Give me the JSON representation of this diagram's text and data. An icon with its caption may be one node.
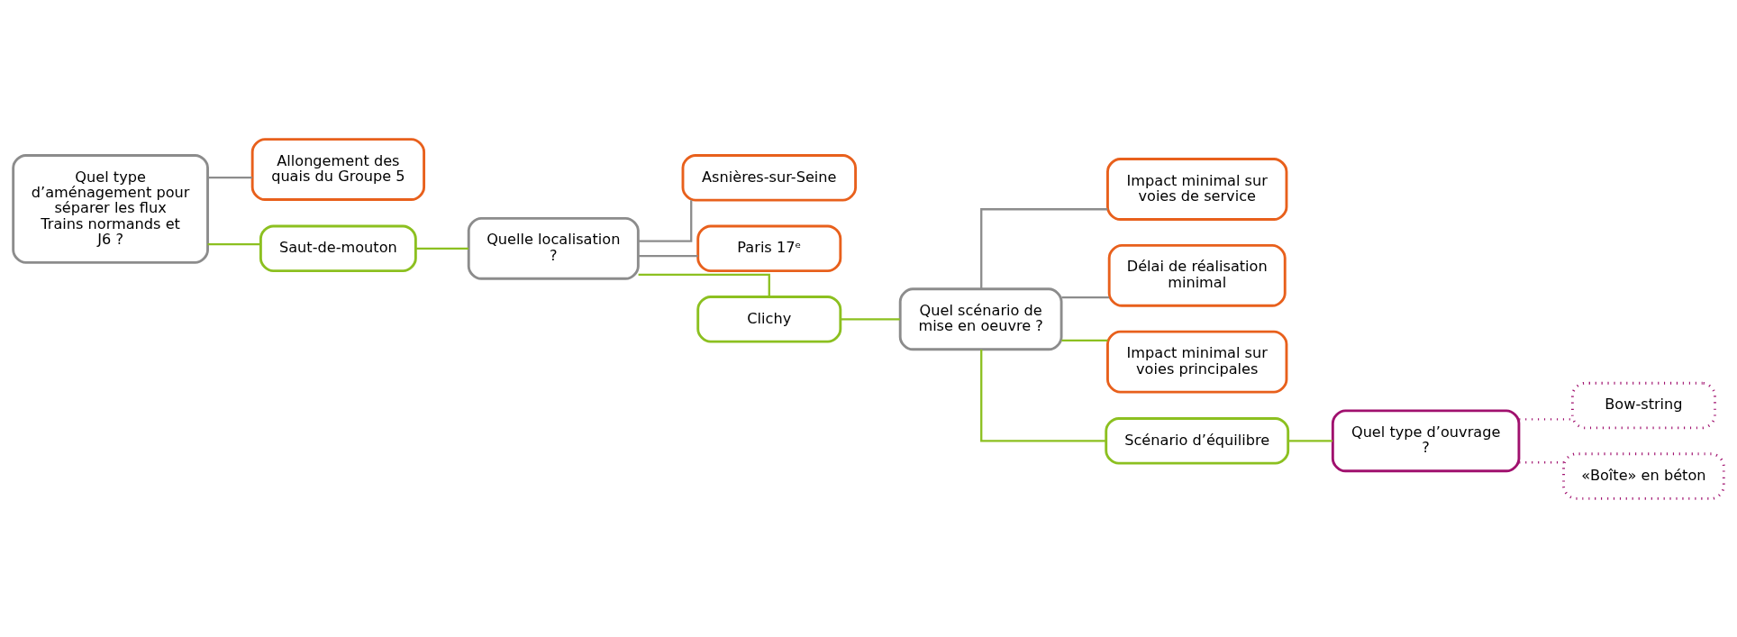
{
  "diagram": {
    "nodes": [
      {
        "text": [
          "Quel type d’aménagement pour séparer les flux Trains normands et J6 ?"
        ]
      },
      {
        "text": [
          "Allongement des quais du Groupe 5"
        ]
      },
      {
        "text": [
          "Saut-de-mouton"
        ]
      },
      {
        "text": [
          "Quelle localisation ?"
        ]
      },
      {
        "text": [
          "Asnières-sur-Seine"
        ]
      },
      {
        "text": [
          "Paris 17ᵉ"
        ]
      },
      {
        "text": [
          "Clichy"
        ]
      },
      {
        "text": [
          "Quel scénario de mise en oeuvre ?"
        ]
      },
      {
        "text": [
          "Impact minimal sur voies de service"
        ]
      },
      {
        "text": [
          "Délai de réalisation minimal"
        ]
      },
      {
        "text": [
          "Impact minimal sur voies principales"
        ]
      },
      {
        "text": [
          "Scénario d’équilibre"
        ]
      },
      {
        "text": [
          "Quel type d’ouvrage ?"
        ]
      },
      {
        "text": [
          "Bow-string"
        ]
      },
      {
        "text": [
          "«Boîte» en béton"
        ]
      }
    ],
    "edges": [
      {
        "from": 0,
        "to": 1,
        "arrow": "none",
        "color": "#8c8c8c"
      },
      {
        "from": 0,
        "to": 2,
        "arrow": "none"
      },
      {
        "from": 2,
        "to": 3,
        "arrow": "none"
      },
      {
        "from": 3,
        "to": 4,
        "arrow": "none",
        "color": "#8c8c8c"
      },
      {
        "from": 3,
        "to": 5,
        "arrow": "none",
        "color": "#8c8c8c"
      },
      {
        "from": 3,
        "to": 6,
        "arrow": "none"
      },
      {
        "from": 6,
        "to": 7,
        "arrow": "none"
      },
      {
        "from": 7,
        "to": 8,
        "arrow": "none",
        "color": "#8c8c8c"
      },
      {
        "from": 7,
        "to": 9,
        "arrow": "none",
        "color": "#8c8c8c"
      },
      {
        "from": 7,
        "to": 10,
        "arrow": "none"
      },
      {
        "from": 7,
        "to": 11,
        "arrow": "none"
      },
      {
        "from": 11,
        "to": 12,
        "arrow": "none"
      },
      {
        "from": 12,
        "to": 13,
        "arrow": "none",
        "style": "dashed",
        "color": "#a0106e"
      },
      {
        "from": 12,
        "to": 14,
        "arrow": "none",
        "style": "dashed",
        "color": "#a0106e"
      }
    ]
  }
}
